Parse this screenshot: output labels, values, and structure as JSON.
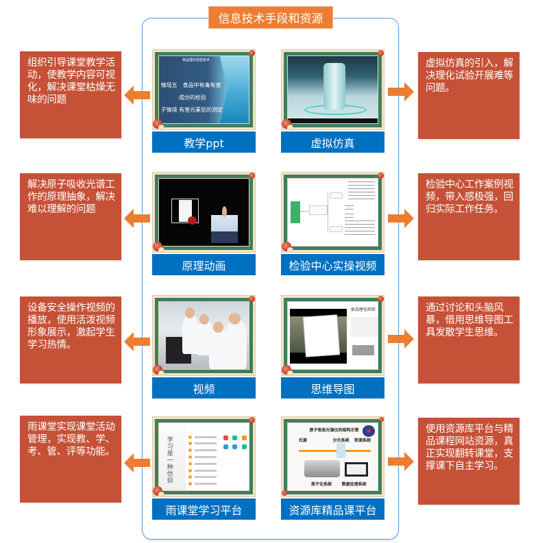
{
  "title": "信息技术手段和资源",
  "colors": {
    "title_bg": "#ed7d31",
    "desc_bg": "#c55137",
    "label_bg": "#0070c0",
    "arrow": "#ed7d31",
    "container_border": "#5b9bd5",
    "frame_green": "#3f7d62"
  },
  "rows": [
    {
      "left": {
        "description": "组织引导课堂教学活动，使教学内容可视化，解决课堂枯燥无味的问题",
        "resource": "教学ppt",
        "screen_text": [
          "食品理化检验技术",
          "情境五　食品中有毒有害",
          "成分的检验",
          "子情境  有害元素铅的测定"
        ]
      },
      "right": {
        "description": "虚拟仿真的引入，解决理化试验开展难等问题。",
        "resource": "虚拟仿真"
      }
    },
    {
      "left": {
        "description": "解决原子吸收光谱工作的原理抽象，解决难以理解的问题",
        "resource": "原理动画"
      },
      "right": {
        "description": "检验中心工作案例视频，带入感极强，回归实际工作任务。",
        "resource": "检验中心实操视频"
      }
    },
    {
      "left": {
        "description": "设备安全操作视频的播放，使用活泼视频形象展示，激起学生学习热情。",
        "resource": "视频"
      },
      "right": {
        "description": "通过讨论和头脑风暴，借用思维导图工具发散学生思维。",
        "resource": "思维导图",
        "screen_text": [
          "食品理化检验"
        ]
      }
    },
    {
      "left": {
        "description": "雨课堂实现课堂活动管理，实现教、学、考、管、评等功能。",
        "resource": "雨课堂学习平台",
        "screen_text": [
          "学习是一种信仰"
        ]
      },
      "right": {
        "description": "使用资源库平台与精品课程网站资源，真正实现翻转课堂，支撑课下自主学习。",
        "resource": "资源库精品课平台",
        "screen_text": [
          "原子吸收光谱仪的结构示意",
          "光源",
          "分光系统",
          "检测系统",
          "原子化系统",
          "数据处理系统"
        ]
      }
    }
  ],
  "icons": {
    "left_arrow": "arrow-left-icon",
    "right_arrow": "arrow-right-icon",
    "flower": "flower-ornament-icon"
  }
}
